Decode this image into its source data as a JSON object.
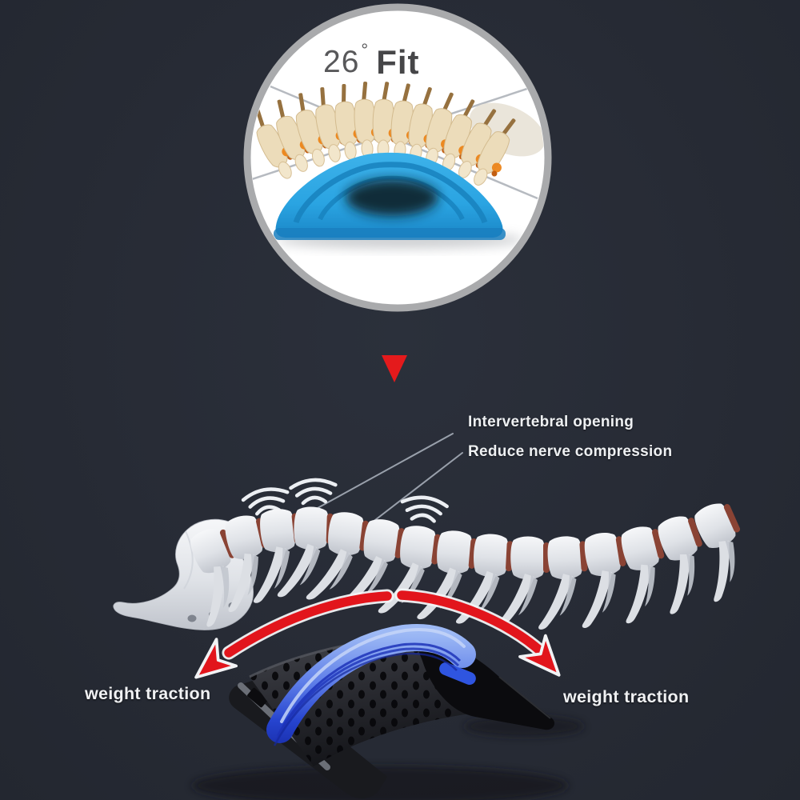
{
  "inset": {
    "angle_value": "26",
    "degree_symbol": "°",
    "fit_label": "Fit"
  },
  "callouts": {
    "line1": "Intervertebral opening",
    "line2": "Reduce nerve compression"
  },
  "traction_labels": {
    "left": "weight traction",
    "right": "weight traction"
  },
  "colors": {
    "background": "#272b35",
    "inset_ring": "#a9aaac",
    "inset_circle_fill": "#ffffff",
    "inset_text_gray": "#4d4d4f",
    "pad_blue": "#2aa4e2",
    "pad_blue_dark": "#1878ba",
    "bone_light": "#f4f5f7",
    "bone_shadow": "#c6cad1",
    "vertebra_tan": "#ecdcba",
    "disc_brown": "#8a4334",
    "nerve_orange": "#ec8418",
    "arrow_red": "#e2151c",
    "device_black": "#0b0b0e",
    "device_board_gray": "#3e4046",
    "stripe_blue_light": "#9db9f5",
    "stripe_blue_royal": "#2644cf",
    "label_white": "#f0f1f3",
    "callout_line_gray": "#99a0ab"
  },
  "icons": {
    "pointer_triangle": "red-triangle-pointer-icon",
    "vibration": "vibration-arcs-icon",
    "arrow_left": "curved-arrow-left-icon",
    "arrow_right": "curved-arrow-right-icon"
  }
}
